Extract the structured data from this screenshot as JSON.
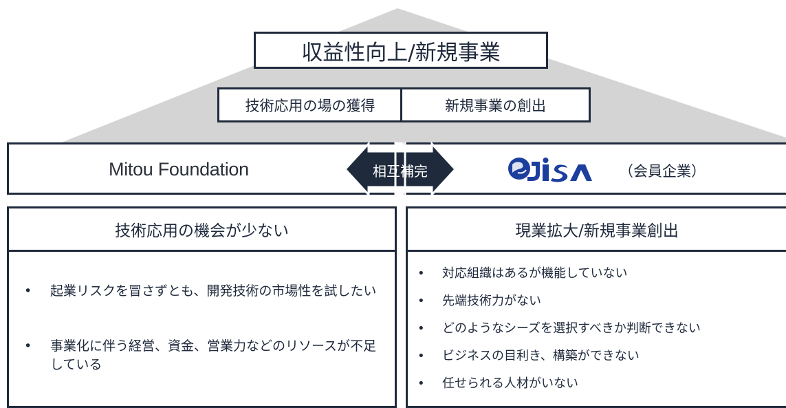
{
  "top_title": "収益性向上/新規事業",
  "sub_left": "技術応用の場の獲得",
  "sub_right": "新規事業の創出",
  "left_org": "Mitou Foundation",
  "center_label": "相互補完",
  "right_logo_text": "JISA",
  "right_org_suffix": "（会員企業）",
  "left_heading": "技術応用の機会が少ない",
  "right_heading": "現業拡大/新規事業創出",
  "bullet_char": "•",
  "left_bullets": [
    "起業リスクを冒さずとも、開発技術の市場性を試したい",
    "事業化に伴う経営、資金、営業力などのリソースが不足している"
  ],
  "right_bullets": [
    "対応組織はあるが機能していない",
    "先端技術力がない",
    "どのようなシーズを選択すべきか判断できない",
    "ビジネスの目利き、構築ができない",
    "任せられる人材がいない"
  ],
  "colors": {
    "navy": "#1f2a3c",
    "roof_gray": "#d4d4d4",
    "logo_blue": "#1c3f9e"
  }
}
